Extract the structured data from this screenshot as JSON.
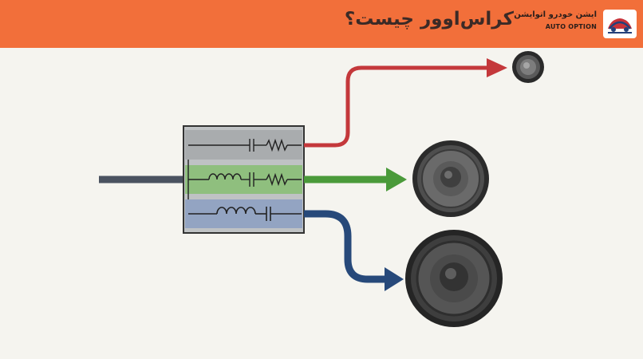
{
  "header": {
    "title": "کراس‌اوور چیست؟",
    "brand_name": "ایشن خودرو اتوایشن",
    "brand_name_en": "AUTO OPTION"
  },
  "colors": {
    "header_bg": "#f26f3a",
    "high_path": "#c4383b",
    "mid_path": "#4a9a3a",
    "low_path": "#27497a",
    "input_line": "#4a5260"
  },
  "diagram": {
    "branches": [
      "high",
      "mid",
      "low"
    ],
    "speakers": [
      "tweeter",
      "midrange",
      "woofer"
    ]
  }
}
